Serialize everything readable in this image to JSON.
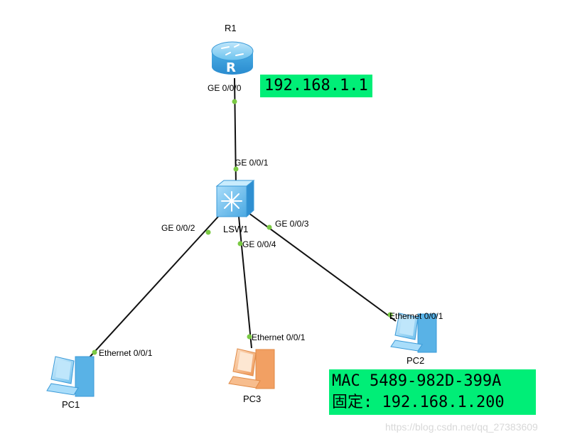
{
  "devices": {
    "router": {
      "name": "R1"
    },
    "switch": {
      "name": "LSW1"
    },
    "pc1": {
      "name": "PC1"
    },
    "pc2": {
      "name": "PC2"
    },
    "pc3": {
      "name": "PC3"
    }
  },
  "ports": {
    "r1_ge000": "GE 0/0/0",
    "sw_ge001": "GE 0/0/1",
    "sw_ge002": "GE 0/0/2",
    "sw_ge003": "GE 0/0/3",
    "sw_ge004": "GE 0/0/4",
    "pc1_eth": "Ethernet 0/0/1",
    "pc2_eth": "Ethernet 0/0/1",
    "pc3_eth": "Ethernet 0/0/1"
  },
  "notes": {
    "router_ip": "192.168.1.1",
    "pc2_mac": "MAC 5489-982D-399A",
    "pc2_fixed": "固定: 192.168.1.200"
  },
  "watermark": "https://blog.csdn.net/qq_27383609",
  "colors": {
    "note_bg": "#00ee77",
    "port_dot": "#7ac943",
    "router_blue": "#5bb8e8",
    "pc_blue": "#8fd0f5",
    "pc3_orange": "#f3a36a"
  }
}
